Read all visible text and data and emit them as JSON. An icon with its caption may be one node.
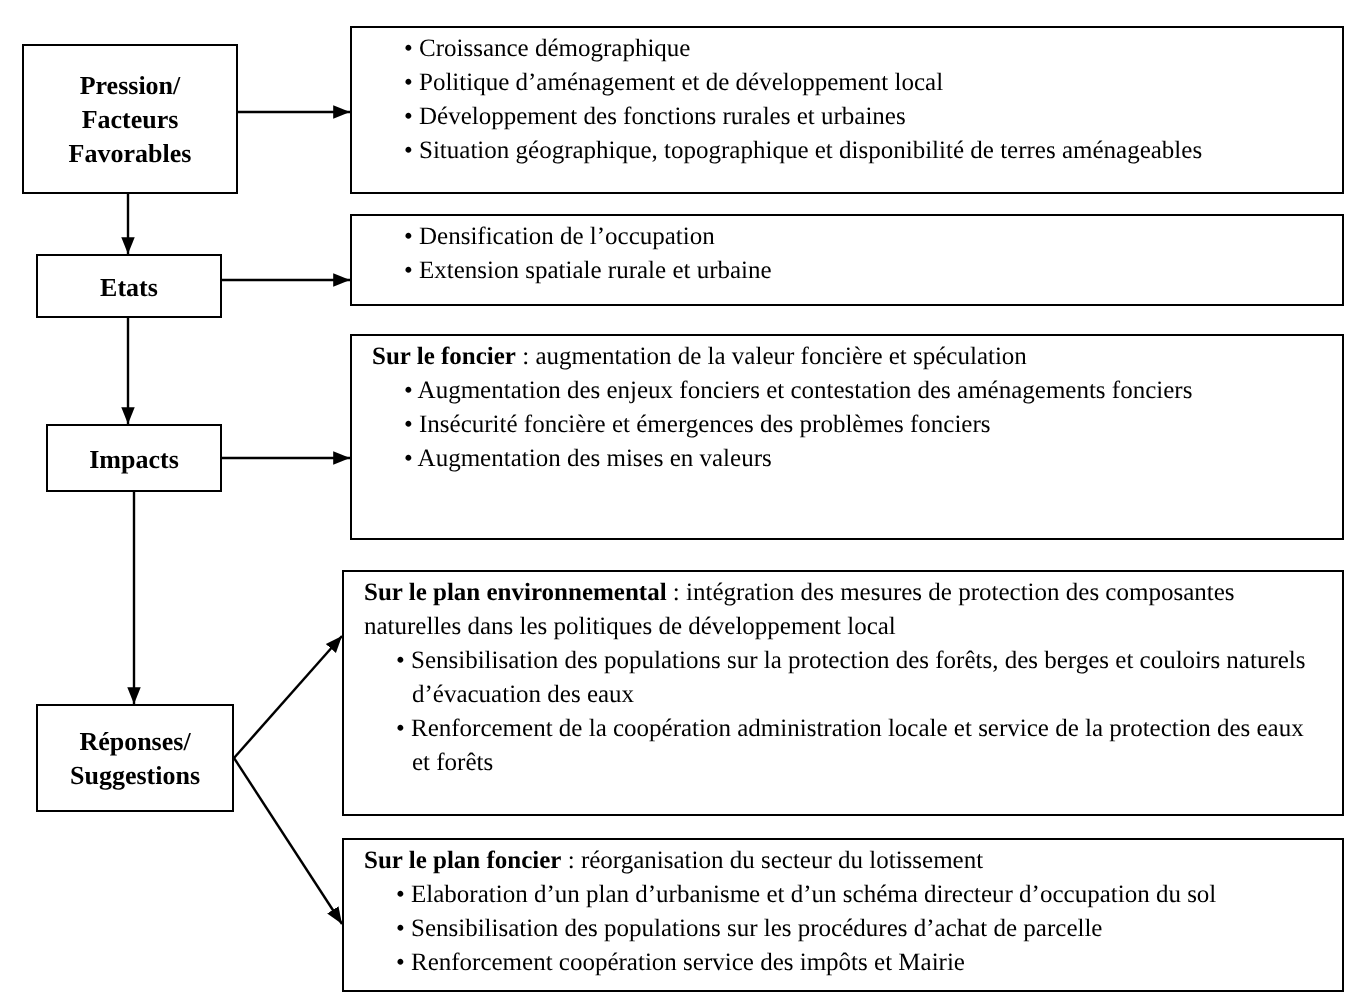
{
  "diagram": {
    "nodes": [
      {
        "text": [
          "Pression/ Facteurs Favorables"
        ]
      },
      {
        "text": [
          "• Croissance démographique",
          "• Politique d’aménagement et de développement local",
          "• Développement des fonctions rurales et urbaines",
          "• Situation géographique, topographique et disponibilité de terres aménageables"
        ]
      },
      {
        "text": [
          "Etats"
        ]
      },
      {
        "text": [
          "• Densification de l’occupation",
          "• Extension spatiale rurale et urbaine"
        ]
      },
      {
        "text": [
          "Impacts"
        ]
      },
      {
        "text": [
          "**Sur le foncier** : augmentation de la valeur foncière et spéculation",
          "• Augmentation des enjeux fonciers et contestation des aménagements fonciers",
          "• Insécurité foncière et émergences des problèmes fonciers",
          "• Augmentation des mises en valeurs"
        ]
      },
      {
        "text": [
          "Réponses/ Suggestions"
        ]
      },
      {
        "text": [
          "**Sur le plan environnemental** : intégration des mesures de protection des composantes naturelles dans les politiques de développement local",
          "• Sensibilisation des populations sur la protection des forêts, des berges et couloirs naturels d’évacuation des eaux",
          "• Renforcement de la coopération administration locale et service de la protection des eaux et forêts"
        ]
      },
      {
        "text": [
          "**Sur le plan foncier** : réorganisation du secteur du lotissement",
          "• Elaboration d’un plan d’urbanisme et d’un schéma directeur d’occupation du sol",
          "• Sensibilisation des populations sur les procédures d’achat de parcelle",
          "• Renforcement coopération service des impôts et Mairie"
        ]
      }
    ],
    "edges": [
      {
        "from": 0,
        "to": 1,
        "arrow": "to"
      },
      {
        "from": 0,
        "to": 2,
        "arrow": "to"
      },
      {
        "from": 2,
        "to": 3,
        "arrow": "to"
      },
      {
        "from": 2,
        "to": 4,
        "arrow": "to"
      },
      {
        "from": 4,
        "to": 5,
        "arrow": "to"
      },
      {
        "from": 4,
        "to": 6,
        "arrow": "to"
      },
      {
        "from": 6,
        "to": 7,
        "arrow": "to"
      },
      {
        "from": 6,
        "to": 8,
        "arrow": "to"
      }
    ]
  }
}
